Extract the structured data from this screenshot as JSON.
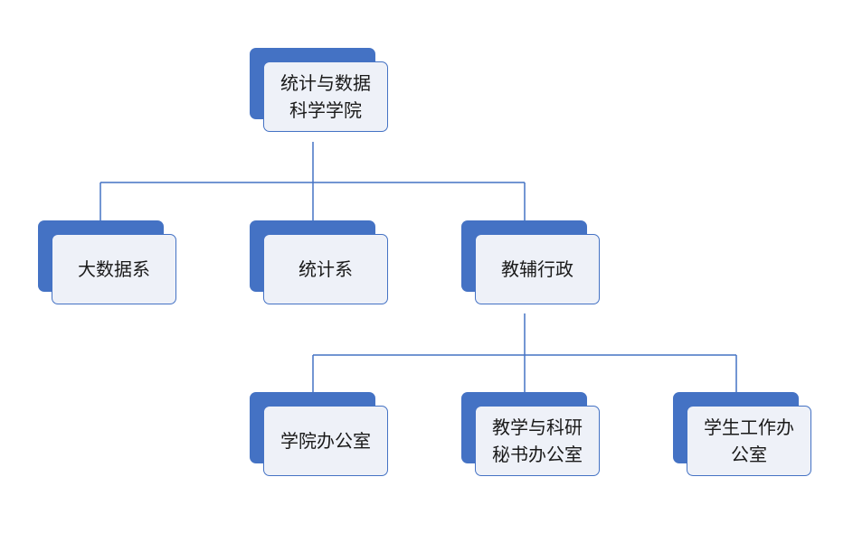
{
  "colors": {
    "shadow": "#4472c4",
    "card_fill": "#eef1f8",
    "card_border": "#4472c4",
    "connector": "#4472c4",
    "text": "#1a1a1a"
  },
  "nodes": {
    "root": "统计与数据\n科学学院",
    "big_data": "大数据系",
    "statistics": "统计系",
    "admin": "教辅行政",
    "college_office": "学院办公室",
    "research_office": "教学与科研\n秘书办公室",
    "student_office": "学生工作办\n公室"
  }
}
